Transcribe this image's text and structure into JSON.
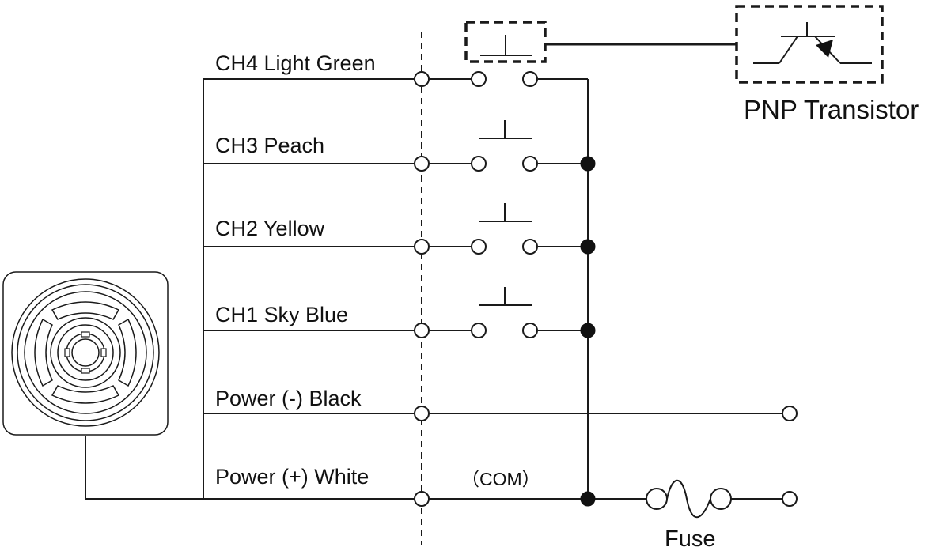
{
  "channels": [
    {
      "label": "CH4 Light Green"
    },
    {
      "label": "CH3 Peach"
    },
    {
      "label": "CH2 Yellow"
    },
    {
      "label": "CH1 Sky Blue"
    }
  ],
  "power": {
    "negative_label": "Power (-) Black",
    "positive_label": "Power (+) White",
    "com_label": "（COM）"
  },
  "fuse_label": "Fuse",
  "transistor_label": "PNP Transistor",
  "icons": [
    "speaker-icon",
    "pushbutton-switch-icon",
    "pnp-transistor-icon",
    "fuse-icon"
  ],
  "colors": {
    "line": "#1a1a1a",
    "background": "#ffffff"
  }
}
